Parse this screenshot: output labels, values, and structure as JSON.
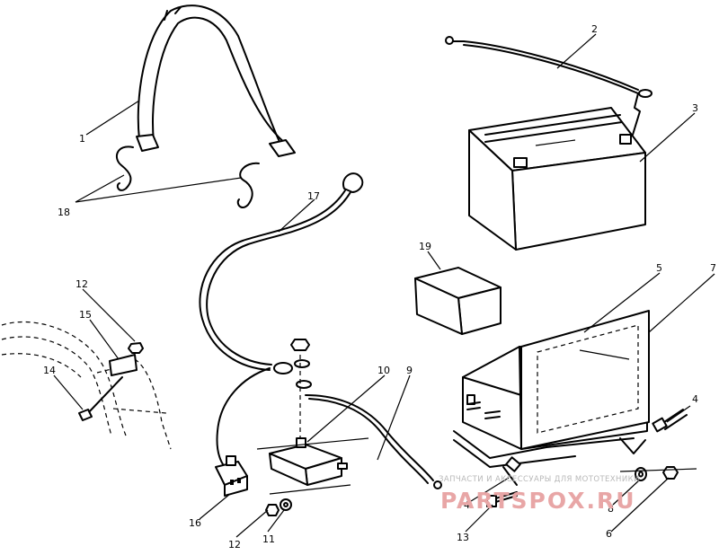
{
  "callouts": [
    {
      "id": "1",
      "label": "1"
    },
    {
      "id": "2",
      "label": "2"
    },
    {
      "id": "3",
      "label": "3"
    },
    {
      "id": "4a",
      "label": "4"
    },
    {
      "id": "4b",
      "label": "4"
    },
    {
      "id": "5",
      "label": "5"
    },
    {
      "id": "6",
      "label": "6"
    },
    {
      "id": "7",
      "label": "7"
    },
    {
      "id": "8",
      "label": "8"
    },
    {
      "id": "9",
      "label": "9"
    },
    {
      "id": "10",
      "label": "10"
    },
    {
      "id": "11",
      "label": "11"
    },
    {
      "id": "12a",
      "label": "12"
    },
    {
      "id": "12b",
      "label": "12"
    },
    {
      "id": "13",
      "label": "13"
    },
    {
      "id": "14",
      "label": "14"
    },
    {
      "id": "15",
      "label": "15"
    },
    {
      "id": "16",
      "label": "16"
    },
    {
      "id": "17",
      "label": "17"
    },
    {
      "id": "18",
      "label": "18"
    },
    {
      "id": "19",
      "label": "19"
    }
  ],
  "watermark": {
    "small": "ЗАПЧАСТИ И АКСЕССУАРЫ ДЛЯ МОТОТЕХНИКИ",
    "big": "PARTSPOX.RU"
  }
}
